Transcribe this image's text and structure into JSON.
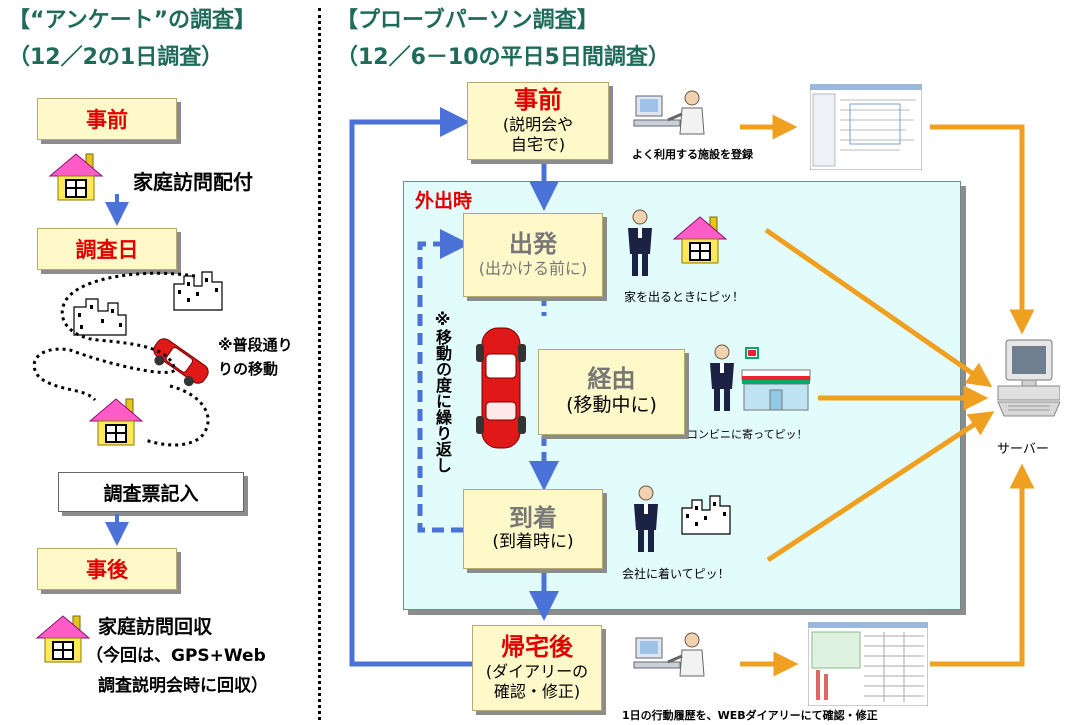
{
  "left": {
    "title_line1": "【“アンケート”の調査】",
    "title_line2": "（12／2の1日調査）",
    "step_before": "事前",
    "distribution": "家庭訪問配付",
    "step_survey_day": "調査日",
    "movement_note_line1": "※普段通り",
    "movement_note_line2": "りの移動",
    "record_form": "調査票記入",
    "step_after": "事後",
    "collection_line1": "家庭訪問回収",
    "collection_line2": "（今回は、GPS+Web",
    "collection_line3": "調査説明会時に回収）"
  },
  "right": {
    "title_line1": "【プローブパーソン調査】",
    "title_line2": "（12／6－10の平日5日間調査）",
    "pre": {
      "title": "事前",
      "sub_line1": "(説明会や",
      "sub_line2": "自宅で)"
    },
    "register_caption": "よく利用する施設を登録",
    "outing_label": "外出時",
    "depart": {
      "title": "出発",
      "sub": "(出かける前に)"
    },
    "depart_caption": "家を出るときにピッ！",
    "via": {
      "title": "経由",
      "sub": "(移動中に)"
    },
    "via_caption": "コンビニに寄ってピッ！",
    "arrive": {
      "title": "到着",
      "sub": "(到着時に)"
    },
    "arrive_caption": "会社に着いてピッ！",
    "repeat_note": "※移動の度に繰り返し",
    "home": {
      "title": "帰宅後",
      "sub_line1": "(ダイアリーの",
      "sub_line2": "確認・修正)"
    },
    "diary_caption": "1日の行動履歴を、WEBダイアリーにて確認・修正",
    "server_label": "サーバー"
  },
  "colors": {
    "title": "#1f6b5a",
    "step_text": "#e00000",
    "box_fill": "#fff9c9",
    "outing_fill": "#e2fbfb",
    "blue_arrow": "#4a72d9",
    "orange_arrow": "#f0a020"
  },
  "icons": [
    "house-icon",
    "building-icon",
    "car-icon",
    "person-icon",
    "computer-icon",
    "convenience-store-icon",
    "server-icon",
    "web-screen-icon"
  ]
}
